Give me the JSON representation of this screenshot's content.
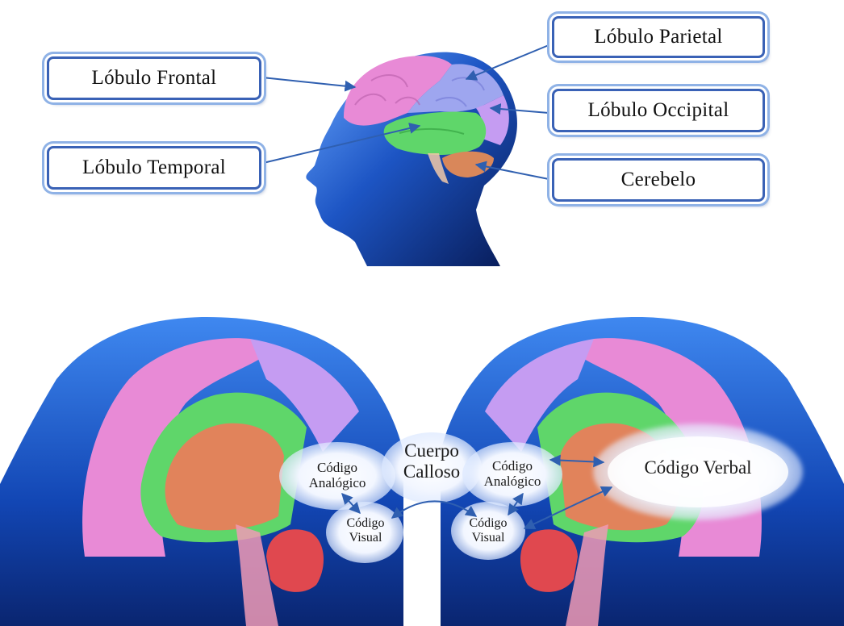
{
  "top_labels": {
    "frontal": "Lóbulo Frontal",
    "parietal": "Lóbulo Parietal",
    "occipital": "Lóbulo Occipital",
    "temporal": "Lóbulo Temporal",
    "cerebelo": "Cerebelo"
  },
  "bottom_labels": {
    "cuerpo_line1": "Cuerpo",
    "cuerpo_line2": "Calloso",
    "left_analogico_line1": "Código",
    "left_analogico_line2": "Analógico",
    "left_visual_line1": "Código",
    "left_visual_line2": "Visual",
    "right_analogico_line1": "Código",
    "right_analogico_line2": "Analógico",
    "right_visual_line1": "Código",
    "right_visual_line2": "Visual",
    "verbal": "Código Verbal"
  },
  "colors": {
    "frontal_lobe": "#e88ad6",
    "parietal_lobe": "#9ea6ef",
    "occipital_lobe": "#c59cf2",
    "temporal_lobe": "#5fd66a",
    "cerebellum": "#d9875a",
    "head": "#1f64d0",
    "box_border": "#3a62b6",
    "arrow": "#2f5fb0"
  }
}
